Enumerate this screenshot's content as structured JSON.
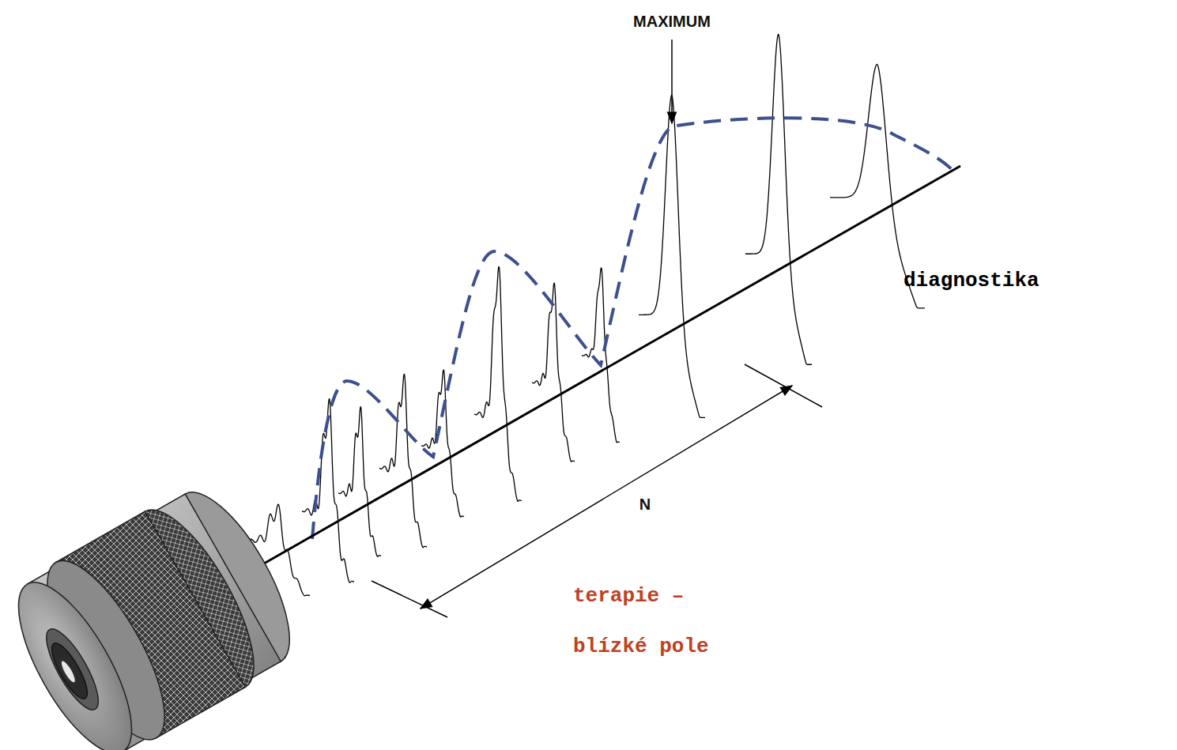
{
  "diagram": {
    "labels": [
      "MAXIMUM",
      "N",
      "terapie – blízké pole",
      "diagnostika"
    ]
  }
}
